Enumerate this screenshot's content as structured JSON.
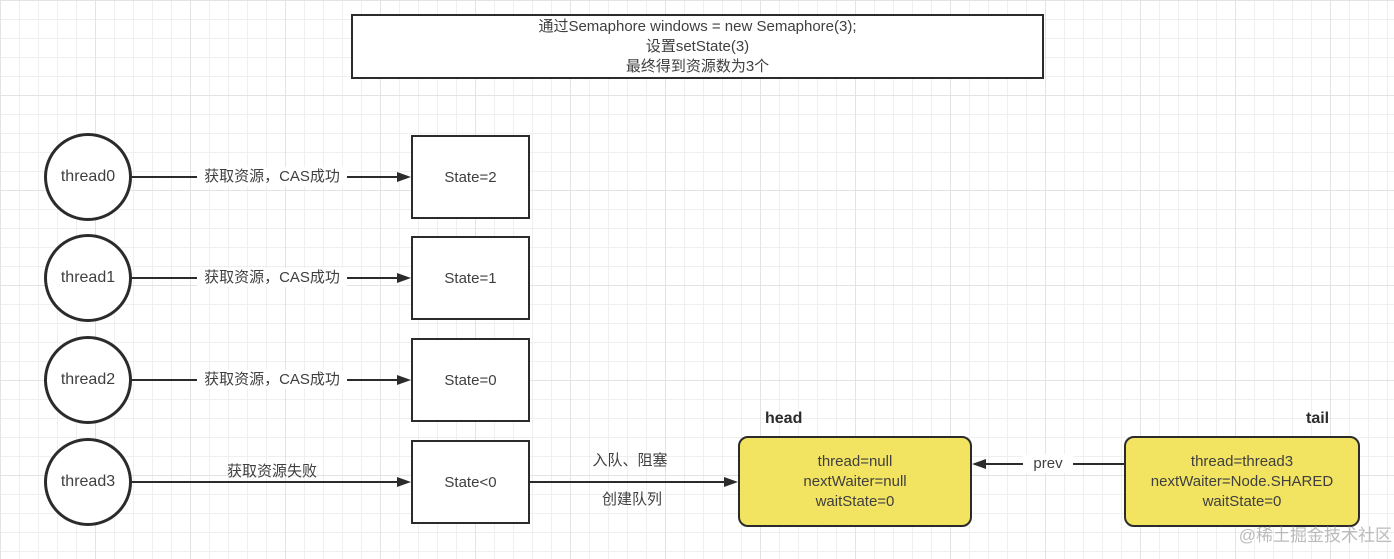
{
  "title_box": {
    "lines": [
      "通过Semaphore windows = new Semaphore(3);",
      "设置setState(3)",
      "最终得到资源数为3个"
    ]
  },
  "rows": [
    {
      "thread": "thread0",
      "arrow_label": "获取资源，CAS成功",
      "state": "State=2"
    },
    {
      "thread": "thread1",
      "arrow_label": "获取资源，CAS成功",
      "state": "State=1"
    },
    {
      "thread": "thread2",
      "arrow_label": "获取资源，CAS成功",
      "state": "State=0"
    },
    {
      "thread": "thread3",
      "arrow_label": "获取资源失败",
      "state": "State<0"
    }
  ],
  "queue": {
    "enqueue_label_top": "入队、阻塞",
    "enqueue_label_bottom": "创建队列",
    "head": {
      "label": "head",
      "lines": [
        "thread=null",
        "nextWaiter=null",
        "waitState=0"
      ]
    },
    "tail": {
      "label": "tail",
      "lines": [
        "thread=thread3",
        "nextWaiter=Node.SHARED",
        "waitState=0"
      ]
    },
    "prev_label": "prev"
  },
  "watermark": "@稀土掘金技术社区",
  "colors": {
    "node_fill": "#f2e360",
    "node_border": "#2b2b2b",
    "line": "#2b2b2b",
    "text": "#3f3f3f"
  }
}
